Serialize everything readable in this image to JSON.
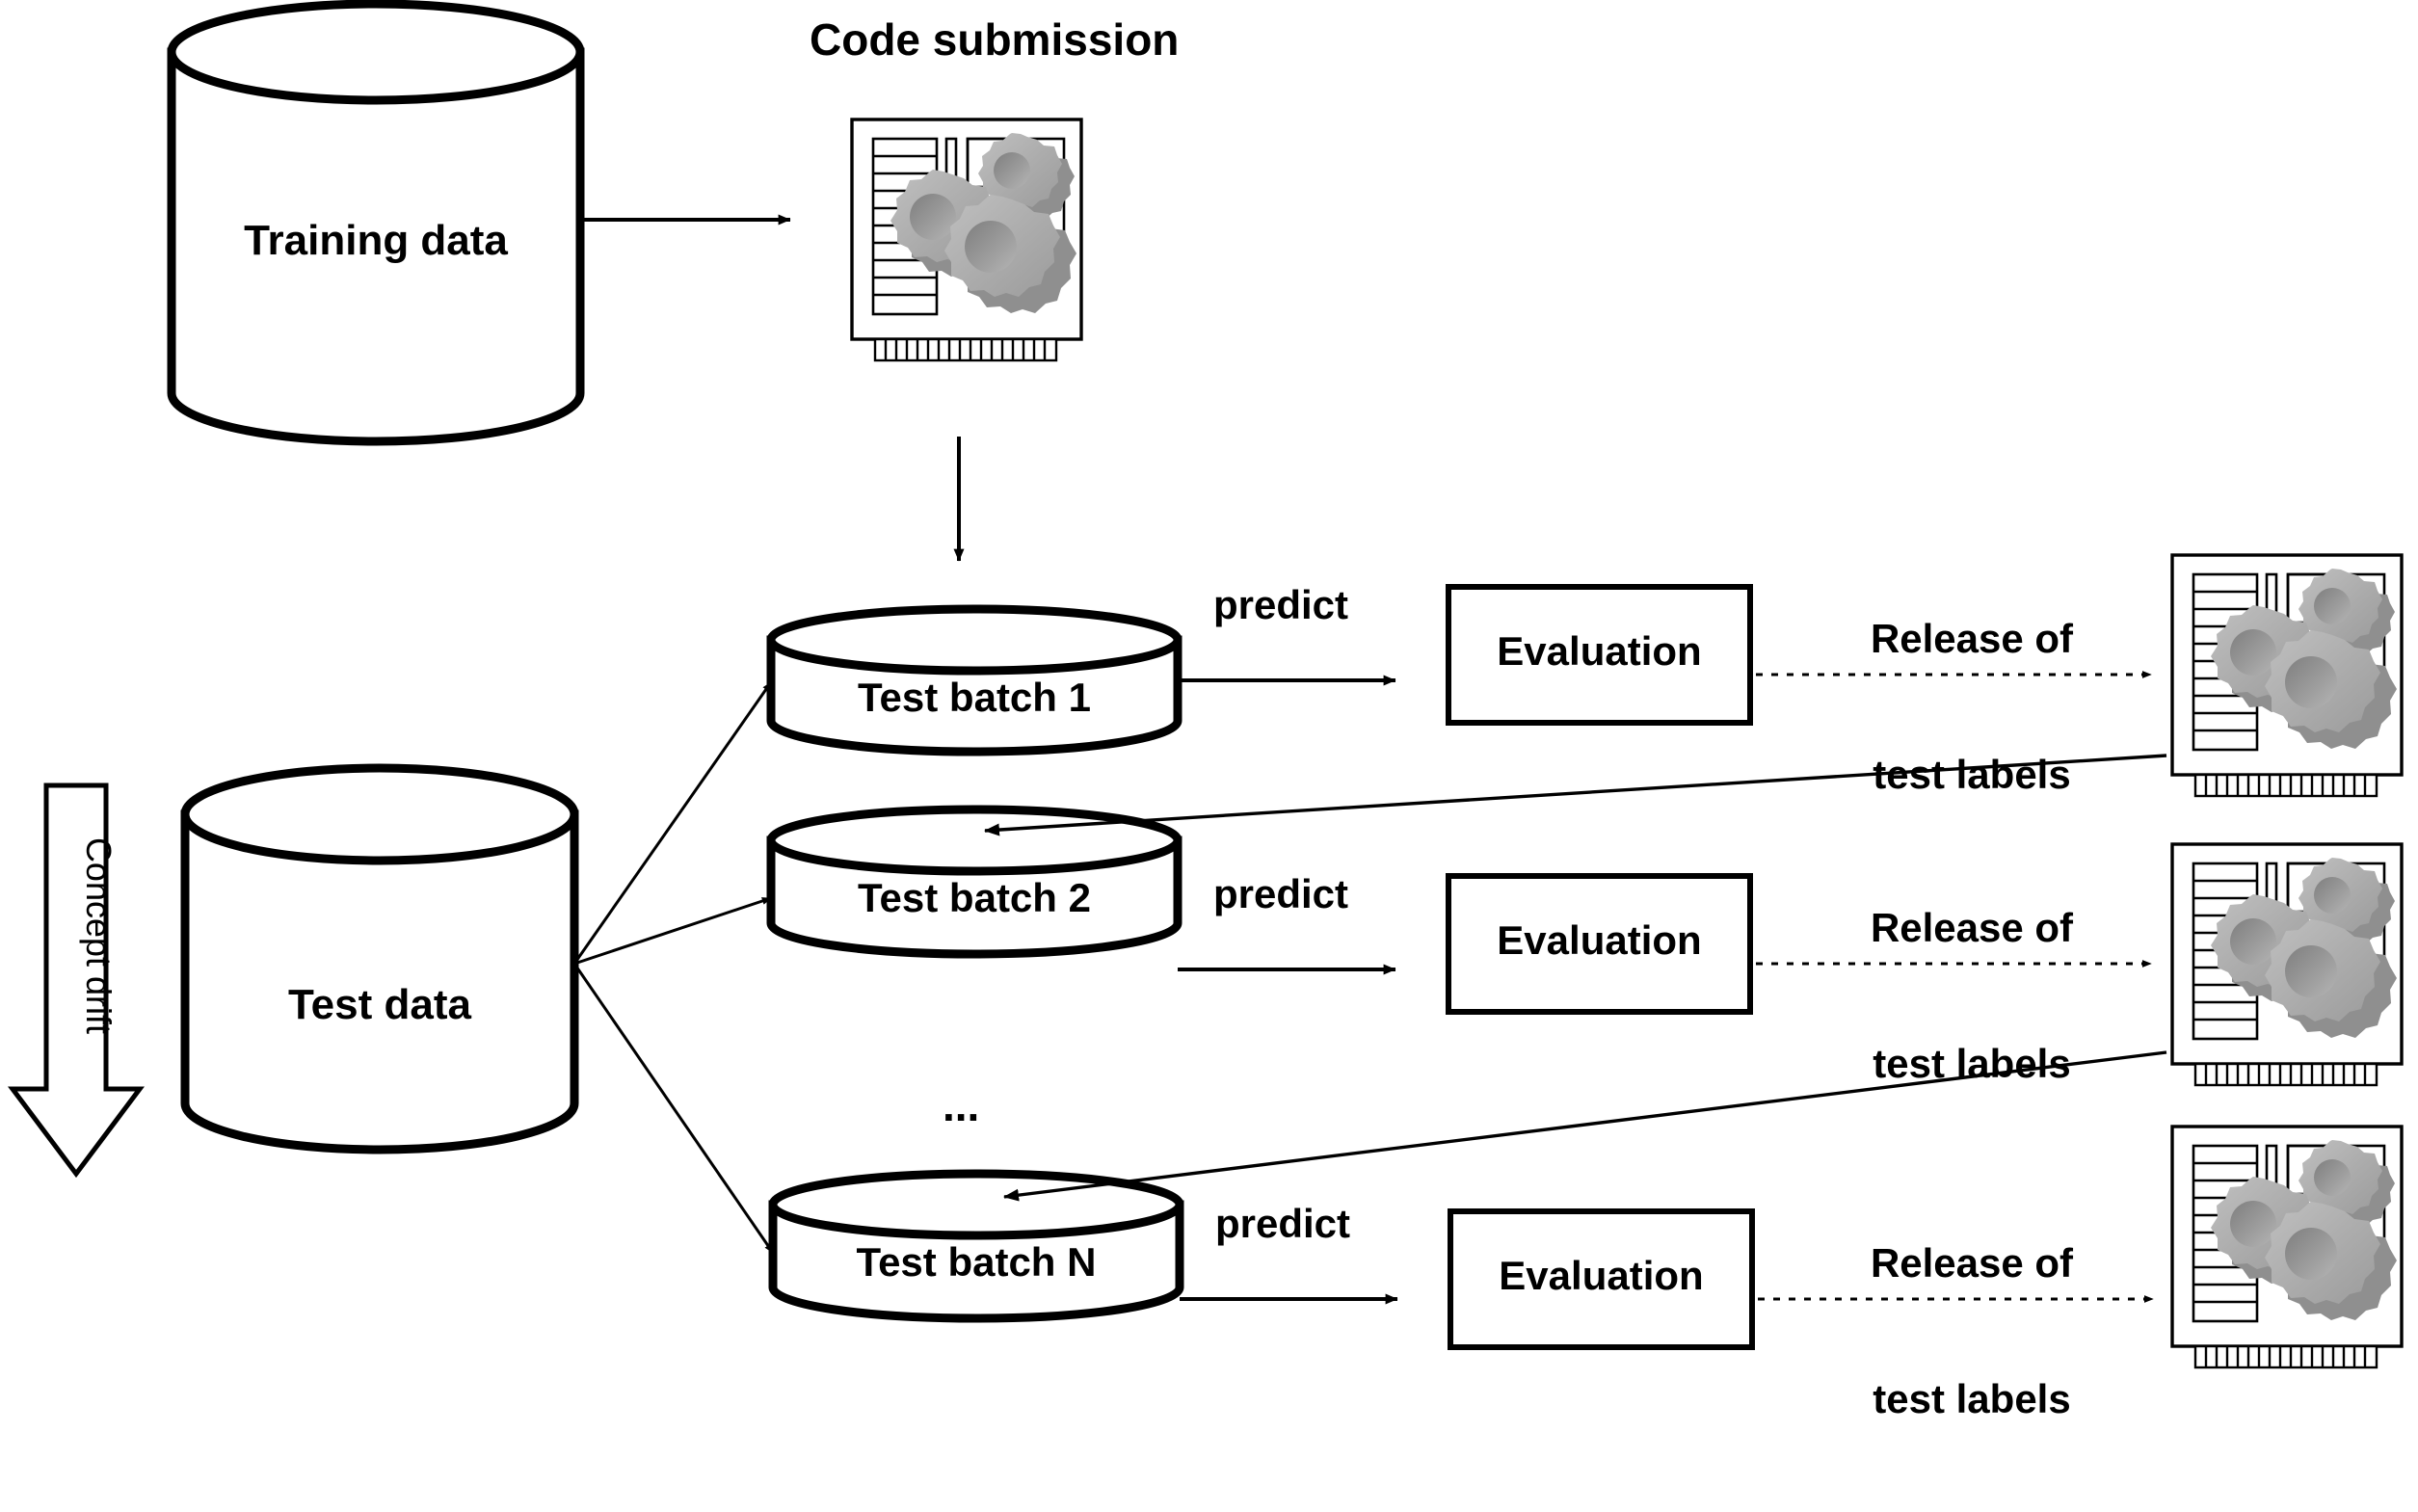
{
  "diagram": {
    "title_text": "Code submission",
    "ellipsis": "...",
    "nodes": {
      "training_data": {
        "label": "Training data",
        "shape": "cylinder"
      },
      "test_data": {
        "label": "Test data",
        "shape": "cylinder"
      },
      "concept_drift": {
        "label": "Concept drift",
        "shape": "block-arrow-down"
      },
      "code_submission": {
        "label": "Code submission",
        "icon": "gears-chip-icon"
      }
    },
    "rows": [
      {
        "batch_label": "Test batch 1",
        "predict_label": "predict",
        "evaluation_label": "Evaluation",
        "release_label_line1": "Release of",
        "release_label_line2": "test labels",
        "model_icon": "gears-chip-icon"
      },
      {
        "batch_label": "Test batch 2",
        "predict_label": "predict",
        "evaluation_label": "Evaluation",
        "release_label_line1": "Release of",
        "release_label_line2": "test labels",
        "model_icon": "gears-chip-icon"
      },
      {
        "batch_label": "Test batch N",
        "predict_label": "predict",
        "evaluation_label": "Evaluation",
        "release_label_line1": "Release of",
        "release_label_line2": "test labels",
        "model_icon": "gears-chip-icon"
      }
    ],
    "colors": {
      "stroke": "#000000",
      "background": "#ffffff",
      "gear_light": "#b3b3b3",
      "gear_mid": "#9a9a9a",
      "gear_dark": "#7d7d7d",
      "gear_hole": "#8c8c8c"
    }
  }
}
